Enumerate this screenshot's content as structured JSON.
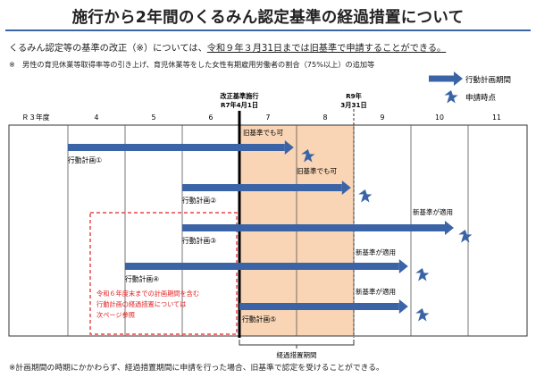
{
  "header": {
    "title": "施行から2年間のくるみん認定基準の経過措置について"
  },
  "intro": {
    "part1": "くるみん認定等の基準の改正（※）については、",
    "underlined": "令和９年３月31日までは旧基準で申請することができる。",
    "note": "※　男性の育児休業等取得率等の引き上げ、育児休業等をした女性有期雇用労働者の割合（75%以上）の追加等"
  },
  "legend": {
    "period_label": "行動計画期間",
    "point_label": "申請時点"
  },
  "timeline": {
    "year_labels": [
      "Ｒ３年度",
      "4",
      "5",
      "6",
      "7",
      "8",
      "9",
      "10",
      "11"
    ],
    "enforcement_line1": "改正基準施行",
    "enforcement_line2": "R7年4月1日",
    "deadline_line1": "R9年",
    "deadline_line2": "3月31日",
    "transition_label": "経過措置期間"
  },
  "plans": [
    {
      "label": "行動計画①",
      "start": 1,
      "end": 4.95,
      "point_label": "旧基準でも可",
      "point_year": 5.2
    },
    {
      "label": "行動計画②",
      "start": 3,
      "end": 5.95,
      "point_label": "旧基準でも可",
      "point_year": 6.2
    },
    {
      "label": "行動計画③",
      "start": 3,
      "end": 7.75,
      "point_label": "新基準が適用",
      "point_year": 7.95
    },
    {
      "label": "行動計画④",
      "start": 2,
      "end": 6.95,
      "point_label": "新基準が適用",
      "point_year": 7.2
    },
    {
      "label": "行動計画⑤",
      "start": 4,
      "end": 6.95,
      "point_label": "新基準が適用",
      "point_year": 7.2
    }
  ],
  "dashed_note": {
    "line1": "令和６年度末までの計画期間を含む",
    "line2": "行動計画の経過措置については",
    "line3": "次ページ参照"
  },
  "footer": {
    "note": "※計画期間の時期にかかわらず、経過措置期間に申請を行った場合、旧基準で認定を受けることができる。"
  },
  "colors": {
    "arrow": "#3b64a6",
    "star": "#3b64a6",
    "transition_fill": "#fad5b5",
    "dashed_note": "#e02020",
    "title_rule": "#3b64a6"
  }
}
